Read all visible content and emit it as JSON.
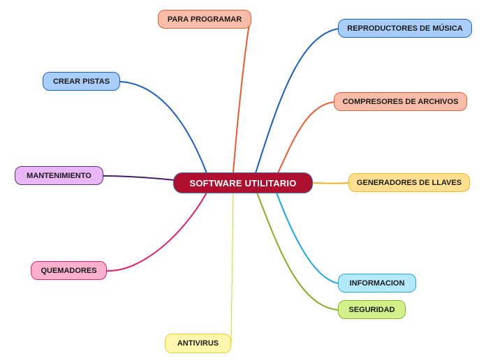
{
  "center": {
    "label": "SOFTWARE UTILITARIO",
    "fill": "#b01030",
    "border": "#3a6fb0"
  },
  "branches": [
    {
      "key": "para-programar",
      "label": "PARA PROGRAMAR",
      "fill": "#f8bca8",
      "border": "#e0603a",
      "line": "#e85a30"
    },
    {
      "key": "crear-pistas",
      "label": "CREAR PISTAS",
      "fill": "#a8cdf8",
      "border": "#1a62c0",
      "line": "#1a5cc0"
    },
    {
      "key": "mantenimiento",
      "label": "MANTENIMIENTO",
      "fill": "#e8b6f4",
      "border": "#6a2a80",
      "line": "#4a1a6a"
    },
    {
      "key": "quemadores",
      "label": "QUEMADORES",
      "fill": "#f8b0cc",
      "border": "#e0207a",
      "line": "#e81a70"
    },
    {
      "key": "antivirus",
      "label": "ANTIVIRUS",
      "fill": "#fff6b0",
      "border": "#e8d020",
      "line": "#e6d020"
    },
    {
      "key": "reproductores-de-musica",
      "label": "REPRODUCTORES DE MÚSICA",
      "fill": "#a8cdf8",
      "border": "#1a62c0",
      "line": "#1a5cc0"
    },
    {
      "key": "compresores-de-archivos",
      "label": "COMPRESORES DE ARCHIVOS",
      "fill": "#f8bca8",
      "border": "#e0603a",
      "line": "#e85a30"
    },
    {
      "key": "generadores-de-llaves",
      "label": "GENERADORES DE LLAVES",
      "fill": "#ffe090",
      "border": "#f0b820",
      "line": "#f0b020"
    },
    {
      "key": "informacion",
      "label": "INFORMACION",
      "fill": "#b4e8fc",
      "border": "#20a8e0",
      "line": "#18a8e0"
    },
    {
      "key": "seguridad",
      "label": "SEGURIDAD",
      "fill": "#d4f08a",
      "border": "#80b820",
      "line": "#80b020"
    }
  ]
}
